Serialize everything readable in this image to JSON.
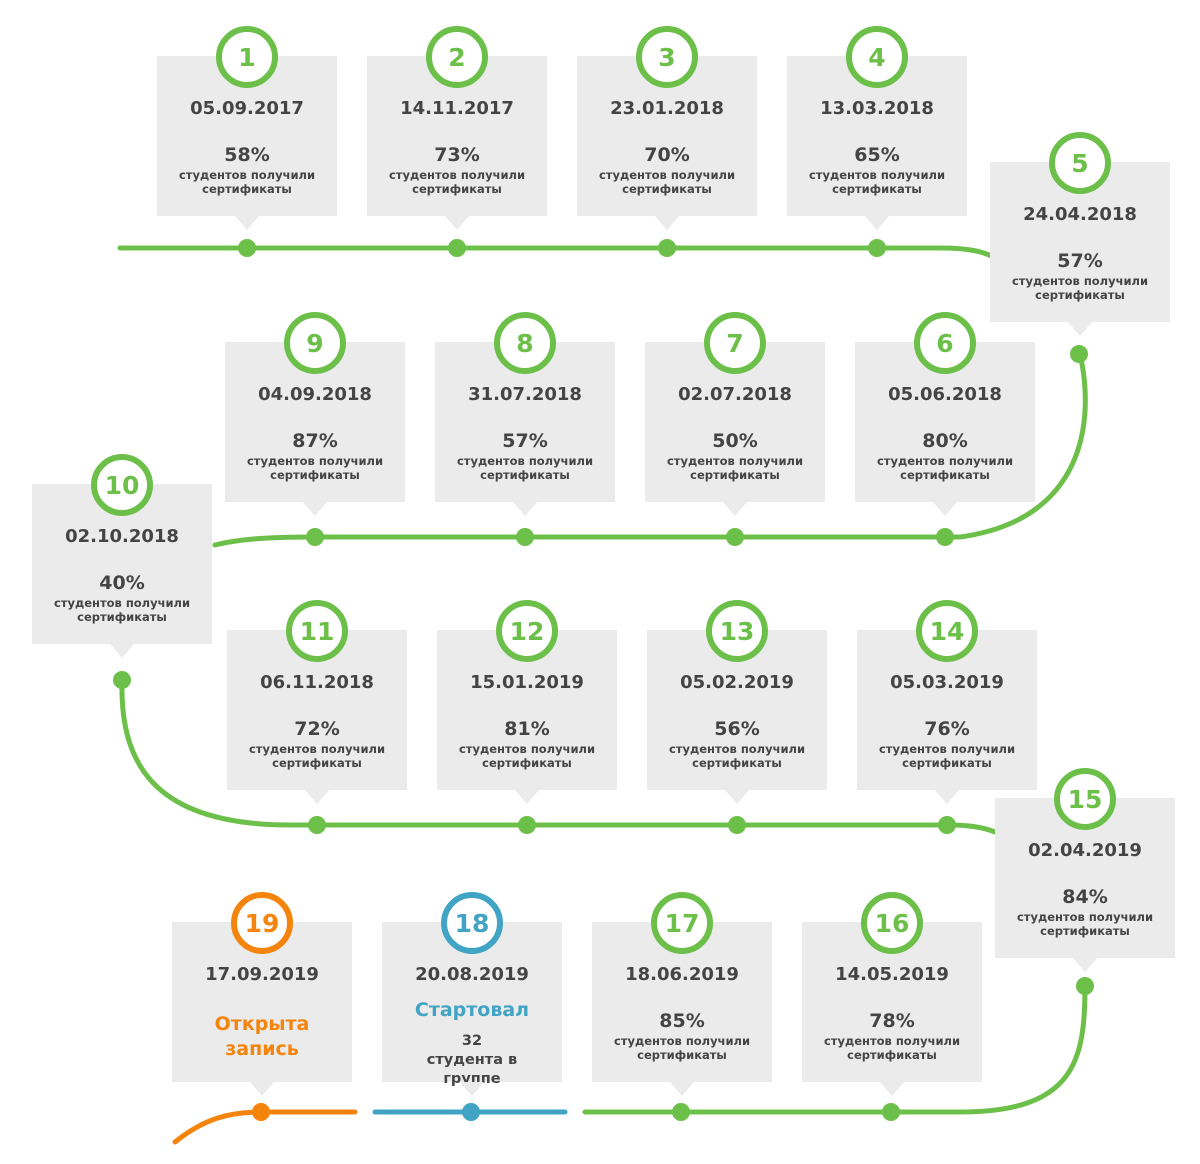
{
  "colors": {
    "green": "#6cc04a",
    "orange": "#f5840c",
    "blue": "#42a4c4",
    "card_bg": "#ebebeb"
  },
  "steps": [
    {
      "num": "1",
      "date": "05.09.2017",
      "percent": "58%",
      "caption": "студентов получили сертификаты",
      "color": "green"
    },
    {
      "num": "2",
      "date": "14.11.2017",
      "percent": "73%",
      "caption": "студентов получили сертификаты",
      "color": "green"
    },
    {
      "num": "3",
      "date": "23.01.2018",
      "percent": "70%",
      "caption": "студентов получили сертификаты",
      "color": "green"
    },
    {
      "num": "4",
      "date": "13.03.2018",
      "percent": "65%",
      "caption": "студентов получили сертификаты",
      "color": "green"
    },
    {
      "num": "5",
      "date": "24.04.2018",
      "percent": "57%",
      "caption": "студентов получили сертификаты",
      "color": "green"
    },
    {
      "num": "6",
      "date": "05.06.2018",
      "percent": "80%",
      "caption": "студентов получили сертификаты",
      "color": "green"
    },
    {
      "num": "7",
      "date": "02.07.2018",
      "percent": "50%",
      "caption": "студентов получили сертификаты",
      "color": "green"
    },
    {
      "num": "8",
      "date": "31.07.2018",
      "percent": "57%",
      "caption": "студентов получили сертификаты",
      "color": "green"
    },
    {
      "num": "9",
      "date": "04.09.2018",
      "percent": "87%",
      "caption": "студентов получили сертификаты",
      "color": "green"
    },
    {
      "num": "10",
      "date": "02.10.2018",
      "percent": "40%",
      "caption": "студентов получили сертификаты",
      "color": "green"
    },
    {
      "num": "11",
      "date": "06.11.2018",
      "percent": "72%",
      "caption": "студентов получили сертификаты",
      "color": "green"
    },
    {
      "num": "12",
      "date": "15.01.2019",
      "percent": "81%",
      "caption": "студентов получили сертификаты",
      "color": "green"
    },
    {
      "num": "13",
      "date": "05.02.2019",
      "percent": "56%",
      "caption": "студентов получили сертификаты",
      "color": "green"
    },
    {
      "num": "14",
      "date": "05.03.2019",
      "percent": "76%",
      "caption": "студентов получили сертификаты",
      "color": "green"
    },
    {
      "num": "15",
      "date": "02.04.2019",
      "percent": "84%",
      "caption": "студентов получили сертификаты",
      "color": "green"
    },
    {
      "num": "16",
      "date": "14.05.2019",
      "percent": "78%",
      "caption": "студентов получили сертификаты",
      "color": "green"
    },
    {
      "num": "17",
      "date": "18.06.2019",
      "percent": "85%",
      "caption": "студентов получили сертификаты",
      "color": "green"
    },
    {
      "num": "18",
      "date": "20.08.2019",
      "status": "Стартовал",
      "subtext": "32 студента в группе",
      "color": "blue"
    },
    {
      "num": "19",
      "date": "17.09.2019",
      "status": "Открыта запись",
      "color": "orange"
    }
  ]
}
